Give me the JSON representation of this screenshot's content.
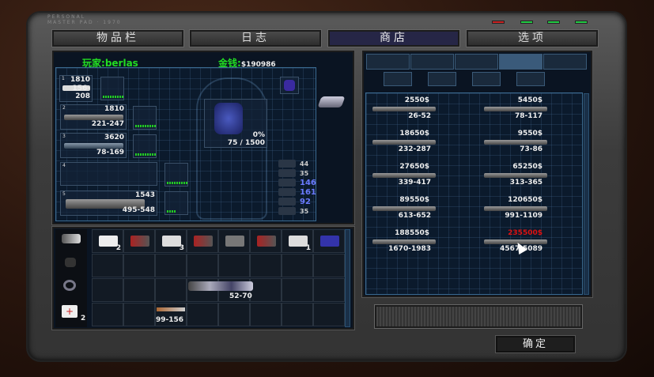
{
  "device": {
    "label_line1": "PERSONAL",
    "label_line2": "MASTER PAD · 1970",
    "leds": [
      {
        "color": "#cc2222"
      },
      {
        "color": "#22cc44"
      },
      {
        "color": "#22cc44"
      },
      {
        "color": "#22cc44"
      }
    ]
  },
  "tabs": [
    {
      "label": "物品栏",
      "active": false
    },
    {
      "label": "日志",
      "active": false
    },
    {
      "label": "商店",
      "active": true
    },
    {
      "label": "选项",
      "active": false
    }
  ],
  "player": {
    "label": "玩家:",
    "name": "berlas",
    "money_label": "金钱:",
    "money": "$190986"
  },
  "weapons": [
    {
      "slot": "1",
      "ammo": "1810",
      "damage": "156-208"
    },
    {
      "slot": "2",
      "ammo": "1810",
      "damage": "221-247"
    },
    {
      "slot": "3",
      "ammo": "3620",
      "damage": "78-169"
    },
    {
      "slot": "4",
      "ammo": "",
      "damage": ""
    },
    {
      "slot": "5",
      "ammo": "1543",
      "damage": "495-548"
    }
  ],
  "armor": {
    "percent": "0%",
    "durability": "75 / 1500"
  },
  "stats": [
    {
      "value": "44",
      "highlight": false
    },
    {
      "value": "35",
      "highlight": false
    },
    {
      "value": "146",
      "highlight": true
    },
    {
      "value": "161",
      "highlight": true
    },
    {
      "value": "92",
      "highlight": true
    },
    {
      "value": "35",
      "highlight": false
    }
  ],
  "quick_slots": [
    {
      "icon": "flashlight",
      "count": ""
    },
    {
      "icon": "glove",
      "count": ""
    },
    {
      "icon": "ring",
      "count": ""
    },
    {
      "icon": "medkit",
      "count": "2"
    }
  ],
  "backpack": {
    "row1": [
      {
        "icon": "medkit",
        "count": "2"
      },
      {
        "icon": "red-case",
        "count": ""
      },
      {
        "icon": "small-medkit",
        "count": "3"
      },
      {
        "icon": "red-case",
        "count": ""
      },
      {
        "icon": "knife",
        "count": ""
      },
      {
        "icon": "red-case",
        "count": ""
      },
      {
        "icon": "small-medkit",
        "count": "1"
      },
      {
        "icon": "blue-crystal",
        "count": ""
      }
    ],
    "items": [
      {
        "icon": "plasma-gun",
        "damage": "52-70"
      },
      {
        "icon": "shotgun",
        "damage": "99-156"
      }
    ]
  },
  "shop": {
    "categories": [
      {
        "icon": "pistol",
        "selected": false
      },
      {
        "icon": "shotgun",
        "selected": false
      },
      {
        "icon": "rifle",
        "selected": false
      },
      {
        "icon": "launcher",
        "selected": true
      },
      {
        "icon": "heavy",
        "selected": false
      },
      {
        "icon": "armor",
        "selected": false
      },
      {
        "icon": "ammo",
        "selected": false
      },
      {
        "icon": "gadget",
        "selected": false
      },
      {
        "icon": "misc",
        "selected": false
      }
    ],
    "items": [
      {
        "price": "2550$",
        "damage": "26-52",
        "affordable": true
      },
      {
        "price": "5450$",
        "damage": "78-117",
        "affordable": true
      },
      {
        "price": "18650$",
        "damage": "232-287",
        "affordable": true
      },
      {
        "price": "9550$",
        "damage": "73-86",
        "affordable": true
      },
      {
        "price": "27650$",
        "damage": "339-417",
        "affordable": true
      },
      {
        "price": "65250$",
        "damage": "313-365",
        "affordable": true
      },
      {
        "price": "89550$",
        "damage": "613-652",
        "affordable": true
      },
      {
        "price": "120650$",
        "damage": "991-1109",
        "affordable": true
      },
      {
        "price": "188550$",
        "damage": "1670-1983",
        "affordable": true
      },
      {
        "price": "235500$",
        "damage": "4567-5089",
        "affordable": false
      }
    ],
    "price_unaffordable_color": "#dd1111"
  },
  "confirm_label": "确定"
}
